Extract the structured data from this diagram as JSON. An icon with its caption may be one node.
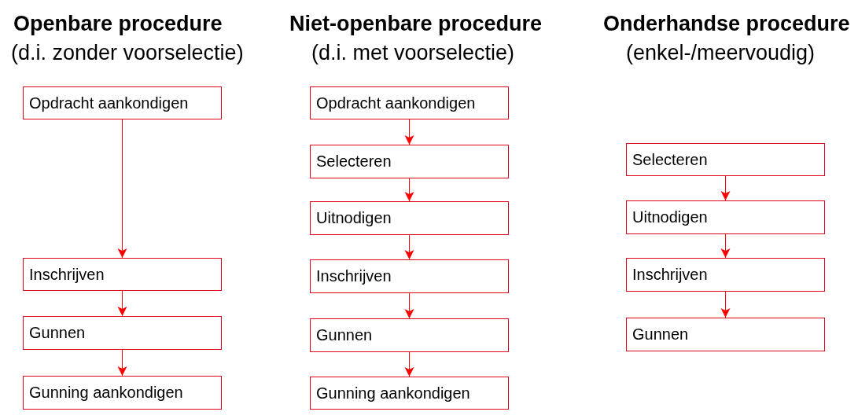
{
  "diagram": {
    "nodes": [
      {
        "text": [
          "Opdracht aankondigen"
        ]
      },
      {
        "text": [
          "Inschrijven"
        ]
      },
      {
        "text": [
          "Gunnen"
        ]
      },
      {
        "text": [
          "Gunning aankondigen"
        ]
      },
      {
        "text": [
          "Opdracht aankondigen"
        ]
      },
      {
        "text": [
          "Selecteren"
        ]
      },
      {
        "text": [
          "Uitnodigen"
        ]
      },
      {
        "text": [
          "Inschrijven"
        ]
      },
      {
        "text": [
          "Gunnen"
        ]
      },
      {
        "text": [
          "Gunning aankondigen"
        ]
      },
      {
        "text": [
          "Selecteren"
        ]
      },
      {
        "text": [
          "Uitnodigen"
        ]
      },
      {
        "text": [
          "Inschrijven"
        ]
      },
      {
        "text": [
          "Gunnen"
        ]
      }
    ],
    "edges": [
      {
        "from": 0,
        "to": 1,
        "arrow": "to"
      },
      {
        "from": 1,
        "to": 2,
        "arrow": "to"
      },
      {
        "from": 2,
        "to": 3,
        "arrow": "to"
      },
      {
        "from": 4,
        "to": 5,
        "arrow": "to"
      },
      {
        "from": 5,
        "to": 6,
        "arrow": "to"
      },
      {
        "from": 6,
        "to": 7,
        "arrow": "to"
      },
      {
        "from": 7,
        "to": 8,
        "arrow": "to"
      },
      {
        "from": 8,
        "to": 9,
        "arrow": "to"
      },
      {
        "from": 10,
        "to": 11,
        "arrow": "to"
      },
      {
        "from": 11,
        "to": 12,
        "arrow": "to"
      },
      {
        "from": 12,
        "to": 13,
        "arrow": "to"
      }
    ],
    "labels": [
      "Openbare procedure",
      "(d.i. zonder voorselectie)",
      "Niet-openbare procedure",
      "(d.i. met voorselectie)",
      "Onderhandse procedure",
      "(enkel-/meervoudig)"
    ]
  }
}
